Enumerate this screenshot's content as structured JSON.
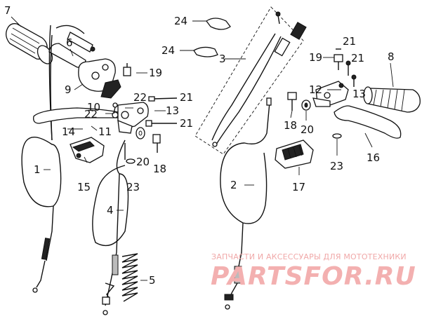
{
  "callouts": [
    "1",
    "2",
    "3",
    "4",
    "5",
    "6",
    "7",
    "8",
    "9",
    "10",
    "11",
    "12",
    "13",
    "13",
    "14",
    "15",
    "16",
    "17",
    "18",
    "18",
    "19",
    "19",
    "20",
    "20",
    "21",
    "21",
    "21",
    "21",
    "22",
    "22",
    "23",
    "23",
    "24",
    "24"
  ],
  "watermark": {
    "caption": "ЗАПЧАСТИ И АКСЕССУАРЫ ДЛЯ МОТОТЕХНИКИ",
    "logo": "PARTSFOR.RU"
  }
}
